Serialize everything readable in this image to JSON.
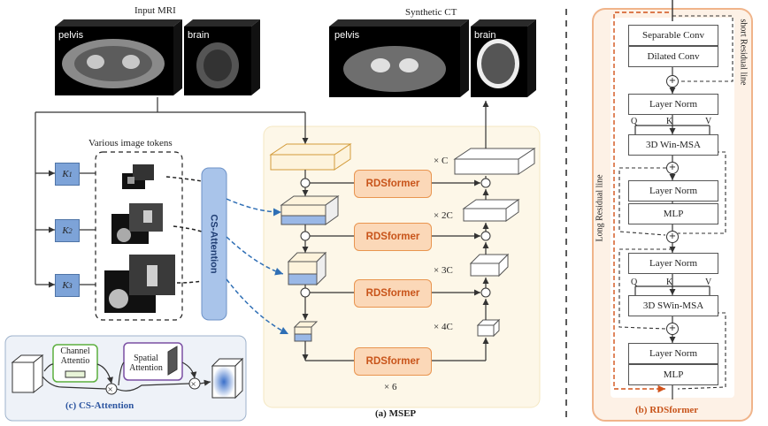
{
  "labels": {
    "input_mri": "Input MRI",
    "synthetic_ct": "Synthetic CT",
    "pelvis": "pelvis",
    "brain": "brain",
    "various_tokens": "Various image tokens",
    "cs_attention": "CS-Attention",
    "k1": "K",
    "k1_sub": "1",
    "k2": "K",
    "k2_sub": "2",
    "k3": "K",
    "k3_sub": "3",
    "channel_attention": "Channel Attentio",
    "spatial_attention": "Spatial Attention",
    "cs_caption": "(c) CS-Attention",
    "msep_caption": "(a) MSEP",
    "rds_caption": "(b) RDSformer",
    "times6": "× 6"
  },
  "rdsformer_label": "RDSformer",
  "scales": [
    "× C",
    "× 2C",
    "× 3C",
    "× 4C"
  ],
  "rds_blocks": [
    "Separable Conv",
    "Dilated Conv",
    "Layer Norm",
    "3D Win-MSA",
    "Layer Norm",
    "MLP",
    "Layer Norm",
    "3D SWin-MSA",
    "Layer Norm",
    "MLP"
  ],
  "qkv": [
    "Q",
    "K",
    "V"
  ],
  "residual": {
    "short": "short Residual line",
    "long": "Long Residual line"
  },
  "colors": {
    "rds_fill": "#fbd8b8",
    "rds_border": "#e9954f",
    "rds_text": "#c8541a",
    "token_box": "#7da3d8",
    "attention": "#a9c4ea",
    "caption_blue": "#2c55a0",
    "panel_bg": "#fdf7e8"
  }
}
